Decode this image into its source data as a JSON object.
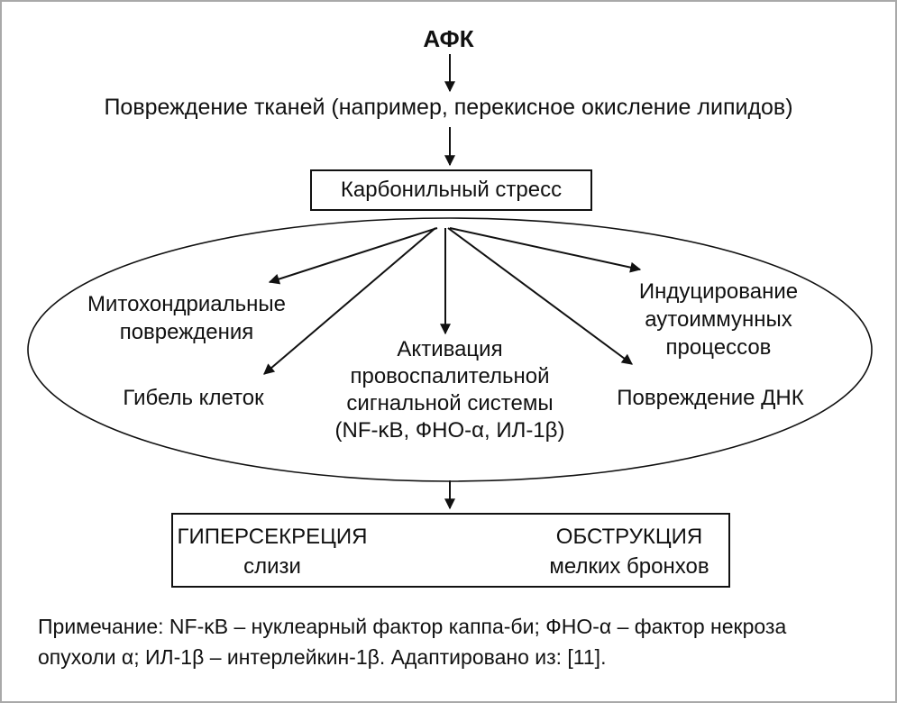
{
  "diagram": {
    "title": "АФК",
    "tissue_damage": "Повреждение тканей (например, перекисное окисление липидов)",
    "carbonyl_stress": "Карбонильный стресс",
    "effects": {
      "mitochondrial": "Митохондриальные\nповреждения",
      "cell_death": "Гибель клеток",
      "inflammatory": "Активация\nпровоспалительной\nсигнальной системы\n(NF-κВ, ФНО-α, ИЛ-1β)",
      "autoimmune": "Индуцирование\nаутоиммунных\nпроцессов",
      "dna_damage": "Повреждение ДНК"
    },
    "outcomes": {
      "hypersecretion_title": "ГИПЕРСЕКРЕЦИЯ",
      "hypersecretion_sub": "слизи",
      "obstruction_title": "ОБСТРУКЦИЯ",
      "obstruction_sub": "мелких бронхов"
    },
    "note": "Примечание: NF-κB – нуклеарный фактор каппа-би; ФНО-α – фактор некроза\nопухоли α; ИЛ-1β – интерлейкин-1β. Адаптировано из: [11].",
    "colors": {
      "line": "#111111",
      "border": "#a9a9a9",
      "background": "#ffffff"
    }
  }
}
